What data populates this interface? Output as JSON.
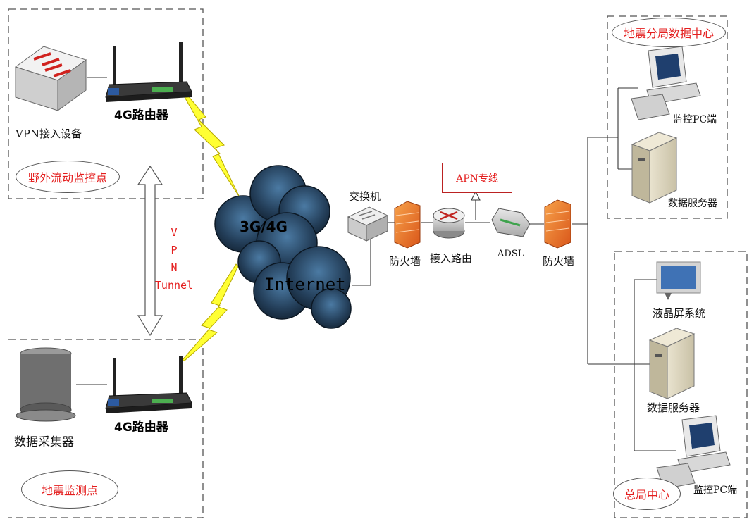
{
  "sites": {
    "field_control": {
      "label": "野外流动监控点",
      "device_label": "VPN接入设备",
      "router_label": "4G路由器"
    },
    "seismic": {
      "label": "地震监测点",
      "device_label": "数据采集器",
      "router_label": "4G路由器"
    }
  },
  "tunnel": {
    "letters": [
      "V",
      "P",
      "N"
    ],
    "word": "Tunnel"
  },
  "cloud": {
    "network": "3G/4G",
    "internet": "Internet"
  },
  "chain": {
    "switch_label": "交换机",
    "firewall1_label": "防火墙",
    "router_label": "接入路由",
    "adsl_label": "ADSL",
    "firewall2_label": "防火墙",
    "apn_label": "APN专线"
  },
  "branch_center": {
    "title": "地震分局数据中心",
    "pc_label": "监控PC端",
    "server_label": "数据服务器"
  },
  "hq_center": {
    "title": "总局中心",
    "lcd_label": "液晶屏系统",
    "server_label": "数据服务器",
    "pc_label": "监控PC端"
  },
  "colors": {
    "accent_red": "#e41e1e",
    "cloud_dark": "#1b3147",
    "cloud_light": "#3d6a92",
    "firewall": "#f07a1e",
    "bolt": "#ffff33"
  }
}
